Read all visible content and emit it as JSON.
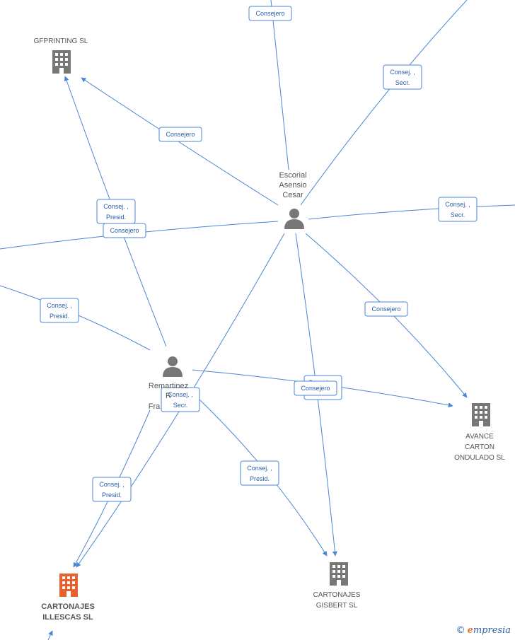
{
  "persons": [
    {
      "id": "escorial",
      "lines": [
        "Escorial",
        "Asensio",
        "Cesar"
      ]
    },
    {
      "id": "remartinez",
      "lines": [
        "Remartinez",
        "R",
        "Fra"
      ]
    }
  ],
  "companies": [
    {
      "id": "gfprinting",
      "lines": [
        "GFPRINTING SL"
      ],
      "main": false
    },
    {
      "id": "avance",
      "lines": [
        "AVANCE",
        "CARTON",
        "ONDULADO SL"
      ],
      "main": false
    },
    {
      "id": "gisbert",
      "lines": [
        "CARTONAJES",
        "GISBERT SL"
      ],
      "main": false
    },
    {
      "id": "illescas",
      "lines": [
        "CARTONAJES",
        "ILLESCAS SL"
      ],
      "main": true
    }
  ],
  "edge_labels": [
    {
      "id": "top-consejero",
      "lines": [
        "Consejero"
      ]
    },
    {
      "id": "top-right-secr",
      "lines": [
        "Consej. ,",
        "Secr."
      ]
    },
    {
      "id": "gf-consejero",
      "lines": [
        "Consejero"
      ]
    },
    {
      "id": "gf-presid",
      "lines": [
        "Consej. ,",
        "Presid."
      ]
    },
    {
      "id": "left-consejero",
      "lines": [
        "Consejero"
      ]
    },
    {
      "id": "right-secr",
      "lines": [
        "Consej. ,",
        "Secr."
      ]
    },
    {
      "id": "left-presid",
      "lines": [
        "Consej. ,",
        "Presid."
      ]
    },
    {
      "id": "avance-consejero",
      "lines": [
        "Consejero"
      ]
    },
    {
      "id": "avance-consejero-2",
      "lines": [
        "Consejero"
      ]
    },
    {
      "id": "gisbert-consejero",
      "lines": [
        "Consejero"
      ]
    },
    {
      "id": "center-secr",
      "lines": [
        "Consej. ,",
        "Secr."
      ]
    },
    {
      "id": "gisbert-presid",
      "lines": [
        "Consej. ,",
        "Presid."
      ]
    },
    {
      "id": "illescas-presid",
      "lines": [
        "Consej. ,",
        "Presid."
      ]
    }
  ],
  "colors": {
    "edge": "#4a86d4",
    "node": "#777777",
    "main_company": "#e8602c"
  },
  "brand": {
    "copyright": "©",
    "name_first": "e",
    "name_rest": "mpresia"
  }
}
